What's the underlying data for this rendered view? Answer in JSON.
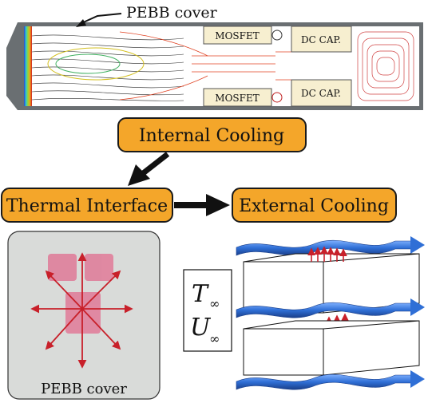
{
  "cover_label_top": "PEBB cover",
  "mosfet_top": "MOSFET",
  "mosfet_bottom": "MOSFET",
  "dccap_top": "DC CAP.",
  "dccap_bottom": "DC CAP.",
  "internal_cooling": "Internal Cooling",
  "thermal_interface": "Thermal Interface",
  "external_cooling": "External Cooling",
  "cover_label_bottom": "PEBB cover",
  "t_symbol": "T",
  "u_symbol": "U",
  "infinity": "∞",
  "colors": {
    "box_fill": "#f4a62a",
    "box_stroke": "#1a1a1a",
    "panel_fill": "#d9dbd9",
    "flow_blue": "#2f6fd6",
    "heat_red": "#c8202a",
    "pink": "#e07a98"
  }
}
